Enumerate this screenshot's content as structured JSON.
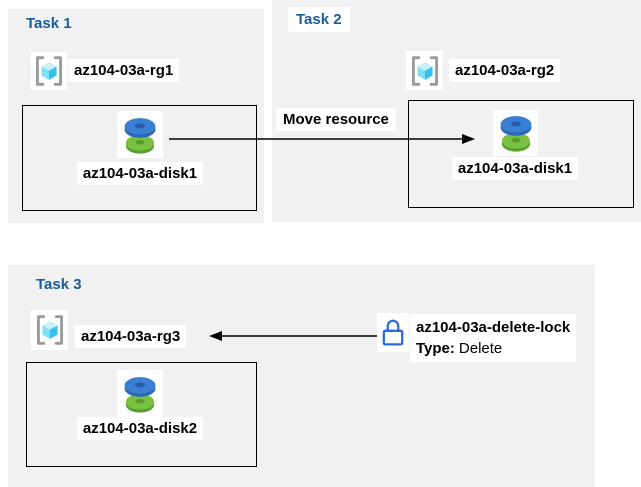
{
  "diagram": {
    "tasks": [
      {
        "title": "Task 1",
        "resource_group": "az104-03a-rg1",
        "disk": "az104-03a-disk1"
      },
      {
        "title": "Task 2",
        "resource_group": "az104-03a-rg2",
        "disk": "az104-03a-disk1"
      },
      {
        "title": "Task 3",
        "resource_group": "az104-03a-rg3",
        "disk": "az104-03a-disk2"
      }
    ],
    "move_arrow_label": "Move resource",
    "lock": {
      "name": "az104-03a-delete-lock",
      "type_label": "Type:",
      "type_value": "Delete"
    },
    "icons": {
      "resource_group": "resource-group-icon",
      "managed_disk": "managed-disk-icon",
      "delete_lock": "lock-icon",
      "move_arrow": "right-arrow-icon",
      "lock_arrow": "left-arrow-icon"
    },
    "colors": {
      "panel_background": "#f1f1f1",
      "task_title_blue": "#1b5c9b",
      "label_text": "#000000",
      "box_border": "#000000",
      "arrow": "#000000",
      "disk_blue_top": "#3a7fd2",
      "disk_blue_side": "#2b66b8",
      "disk_green_top": "#7ac142",
      "disk_green_side": "#57a12c",
      "cube_top": "#c9f1fb",
      "cube_left": "#7edff7",
      "cube_right": "#35c0ea",
      "bracket_gray": "#9a9a9a",
      "lock_blue": "#2b6be0"
    }
  }
}
